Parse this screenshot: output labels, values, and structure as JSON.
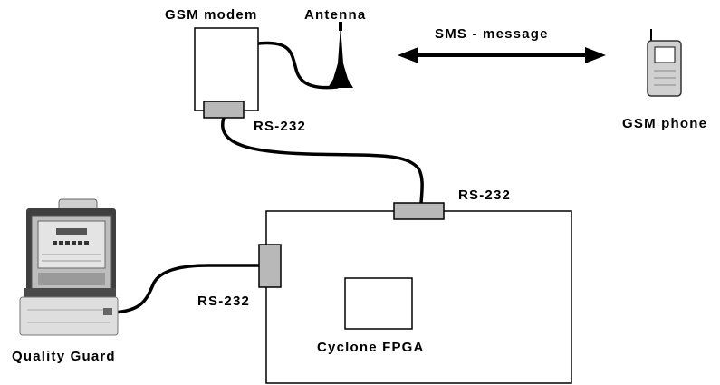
{
  "labels": {
    "gsm_modem": "GSM modem",
    "antenna": "Antenna",
    "sms_message": "SMS - message",
    "gsm_phone": "GSM phone",
    "rs232_modem": "RS-232",
    "rs232_board_top": "RS-232",
    "rs232_board_left": "RS-232",
    "quality_guard": "Quality Guard",
    "cyclone_fpga": "Cyclone FPGA"
  },
  "colors": {
    "line": "#000000",
    "connector": "#b8b8b8",
    "background": "#ffffff",
    "phone_body": "#d0d0d0",
    "meter_body": "#d6d6d6",
    "meter_dark": "#4a4a4a"
  },
  "icons": {
    "antenna": "antenna-icon",
    "phone": "mobile-phone-icon",
    "meter": "quality-guard-meter-icon"
  }
}
